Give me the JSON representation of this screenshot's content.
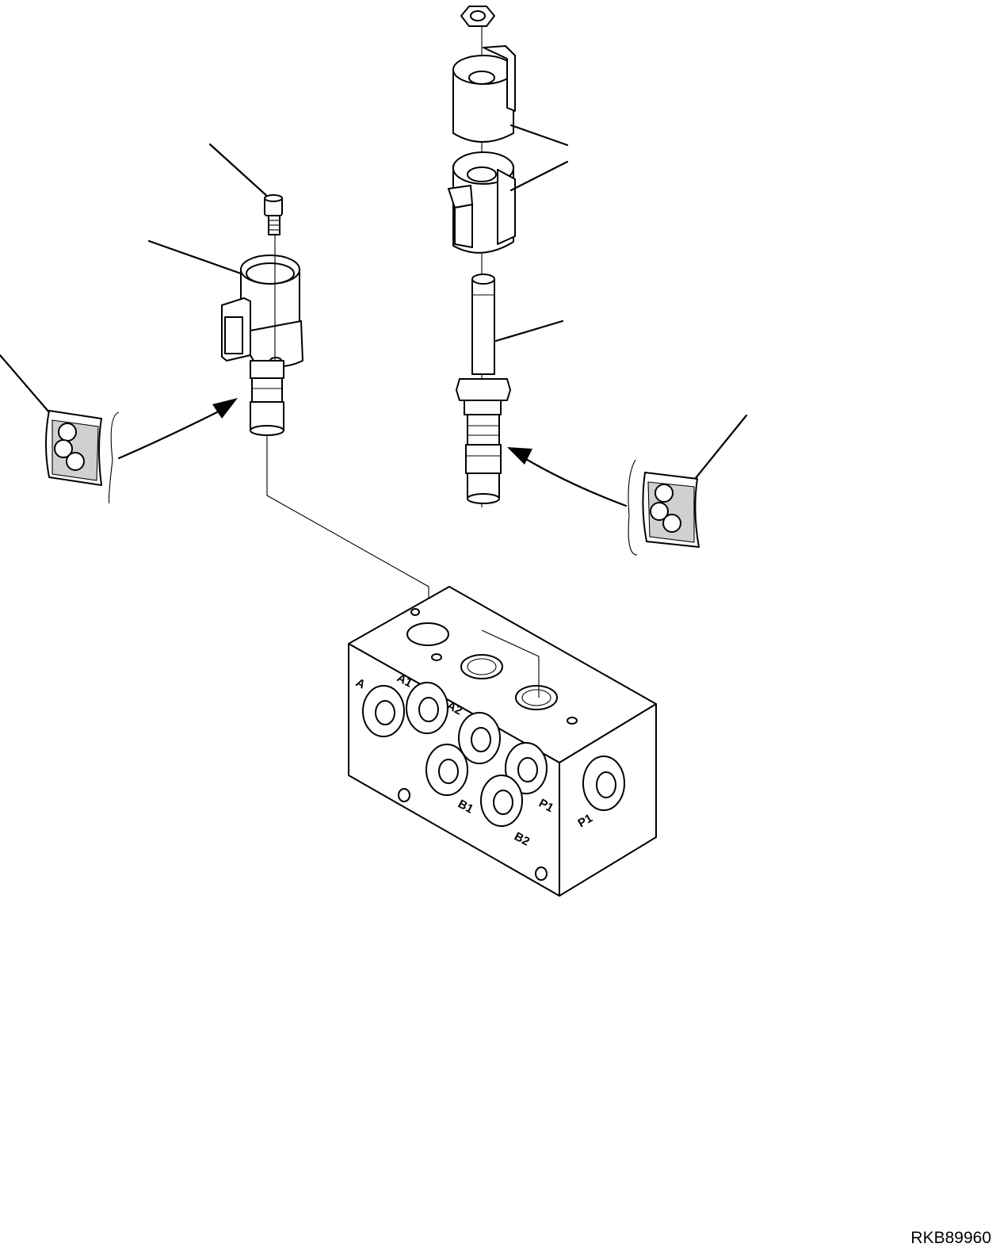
{
  "drawing_code": "RKB89960",
  "port_labels": {
    "a": "A",
    "a1": "A1",
    "a2": "A2",
    "b1": "B1",
    "b2": "B2",
    "p1_front": "P1",
    "p1_side": "P1"
  },
  "colors": {
    "line": "#000000",
    "background": "#ffffff",
    "shade": "#d0d0d0"
  }
}
